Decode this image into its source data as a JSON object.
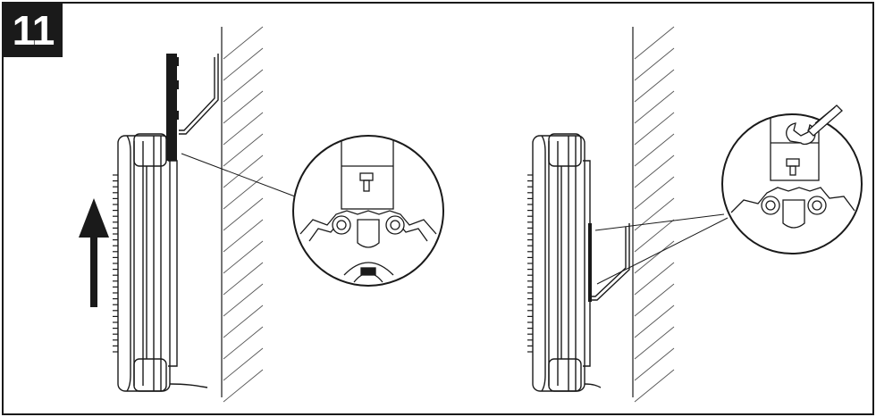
{
  "step": {
    "number": "11"
  },
  "colors": {
    "ink": "#1a1a1a",
    "hatch": "#444444",
    "paper": "#ffffff",
    "badge": "#1a1a1a"
  },
  "icons": {
    "left": [
      "heater-side-view",
      "wall-bracket",
      "upward-arrow",
      "hatched-wall",
      "detail-magnifier-bolt-clip"
    ],
    "right": [
      "heater-side-view-mounted",
      "wall-bracket",
      "hatched-wall",
      "detail-magnifier-wrench-tighten"
    ]
  }
}
